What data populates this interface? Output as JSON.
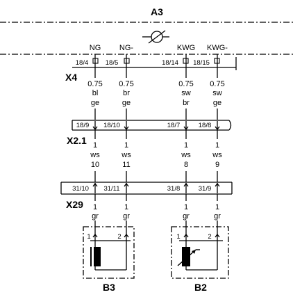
{
  "title": "A3",
  "signals": [
    "NG",
    "NG-",
    "KWG",
    "KWG-"
  ],
  "connectors": {
    "x4": {
      "label": "X4",
      "pins": [
        "18/4",
        "18/5",
        "18/14",
        "18/15"
      ]
    },
    "x21": {
      "label": "X2.1",
      "pins": [
        "18/9",
        "18/10",
        "18/7",
        "18/8"
      ]
    },
    "x29": {
      "label": "X29",
      "pins": [
        "31/10",
        "31/11",
        "31/8",
        "31/9"
      ]
    }
  },
  "wires_a": [
    {
      "size": "0.75",
      "color1": "bl",
      "color2": "ge"
    },
    {
      "size": "0.75",
      "color1": "br",
      "color2": "ge"
    },
    {
      "size": "0.75",
      "color1": "sw",
      "color2": "br"
    },
    {
      "size": "0.75",
      "color1": "sw",
      "color2": "ge"
    }
  ],
  "wires_b": [
    {
      "size": "1",
      "color": "ws",
      "number": "10"
    },
    {
      "size": "1",
      "color": "ws",
      "number": "11"
    },
    {
      "size": "1",
      "color": "ws",
      "number": "8"
    },
    {
      "size": "1",
      "color": "ws",
      "number": "9"
    }
  ],
  "wires_c": [
    {
      "size": "1",
      "color": "gr"
    },
    {
      "size": "1",
      "color": "gr"
    },
    {
      "size": "1",
      "color": "gr"
    },
    {
      "size": "1",
      "color": "gr"
    }
  ],
  "components": {
    "b3": {
      "label": "B3",
      "pin1": "1",
      "pin2": "2"
    },
    "b2": {
      "label": "B2",
      "pin1": "1",
      "pin2": "2"
    }
  }
}
